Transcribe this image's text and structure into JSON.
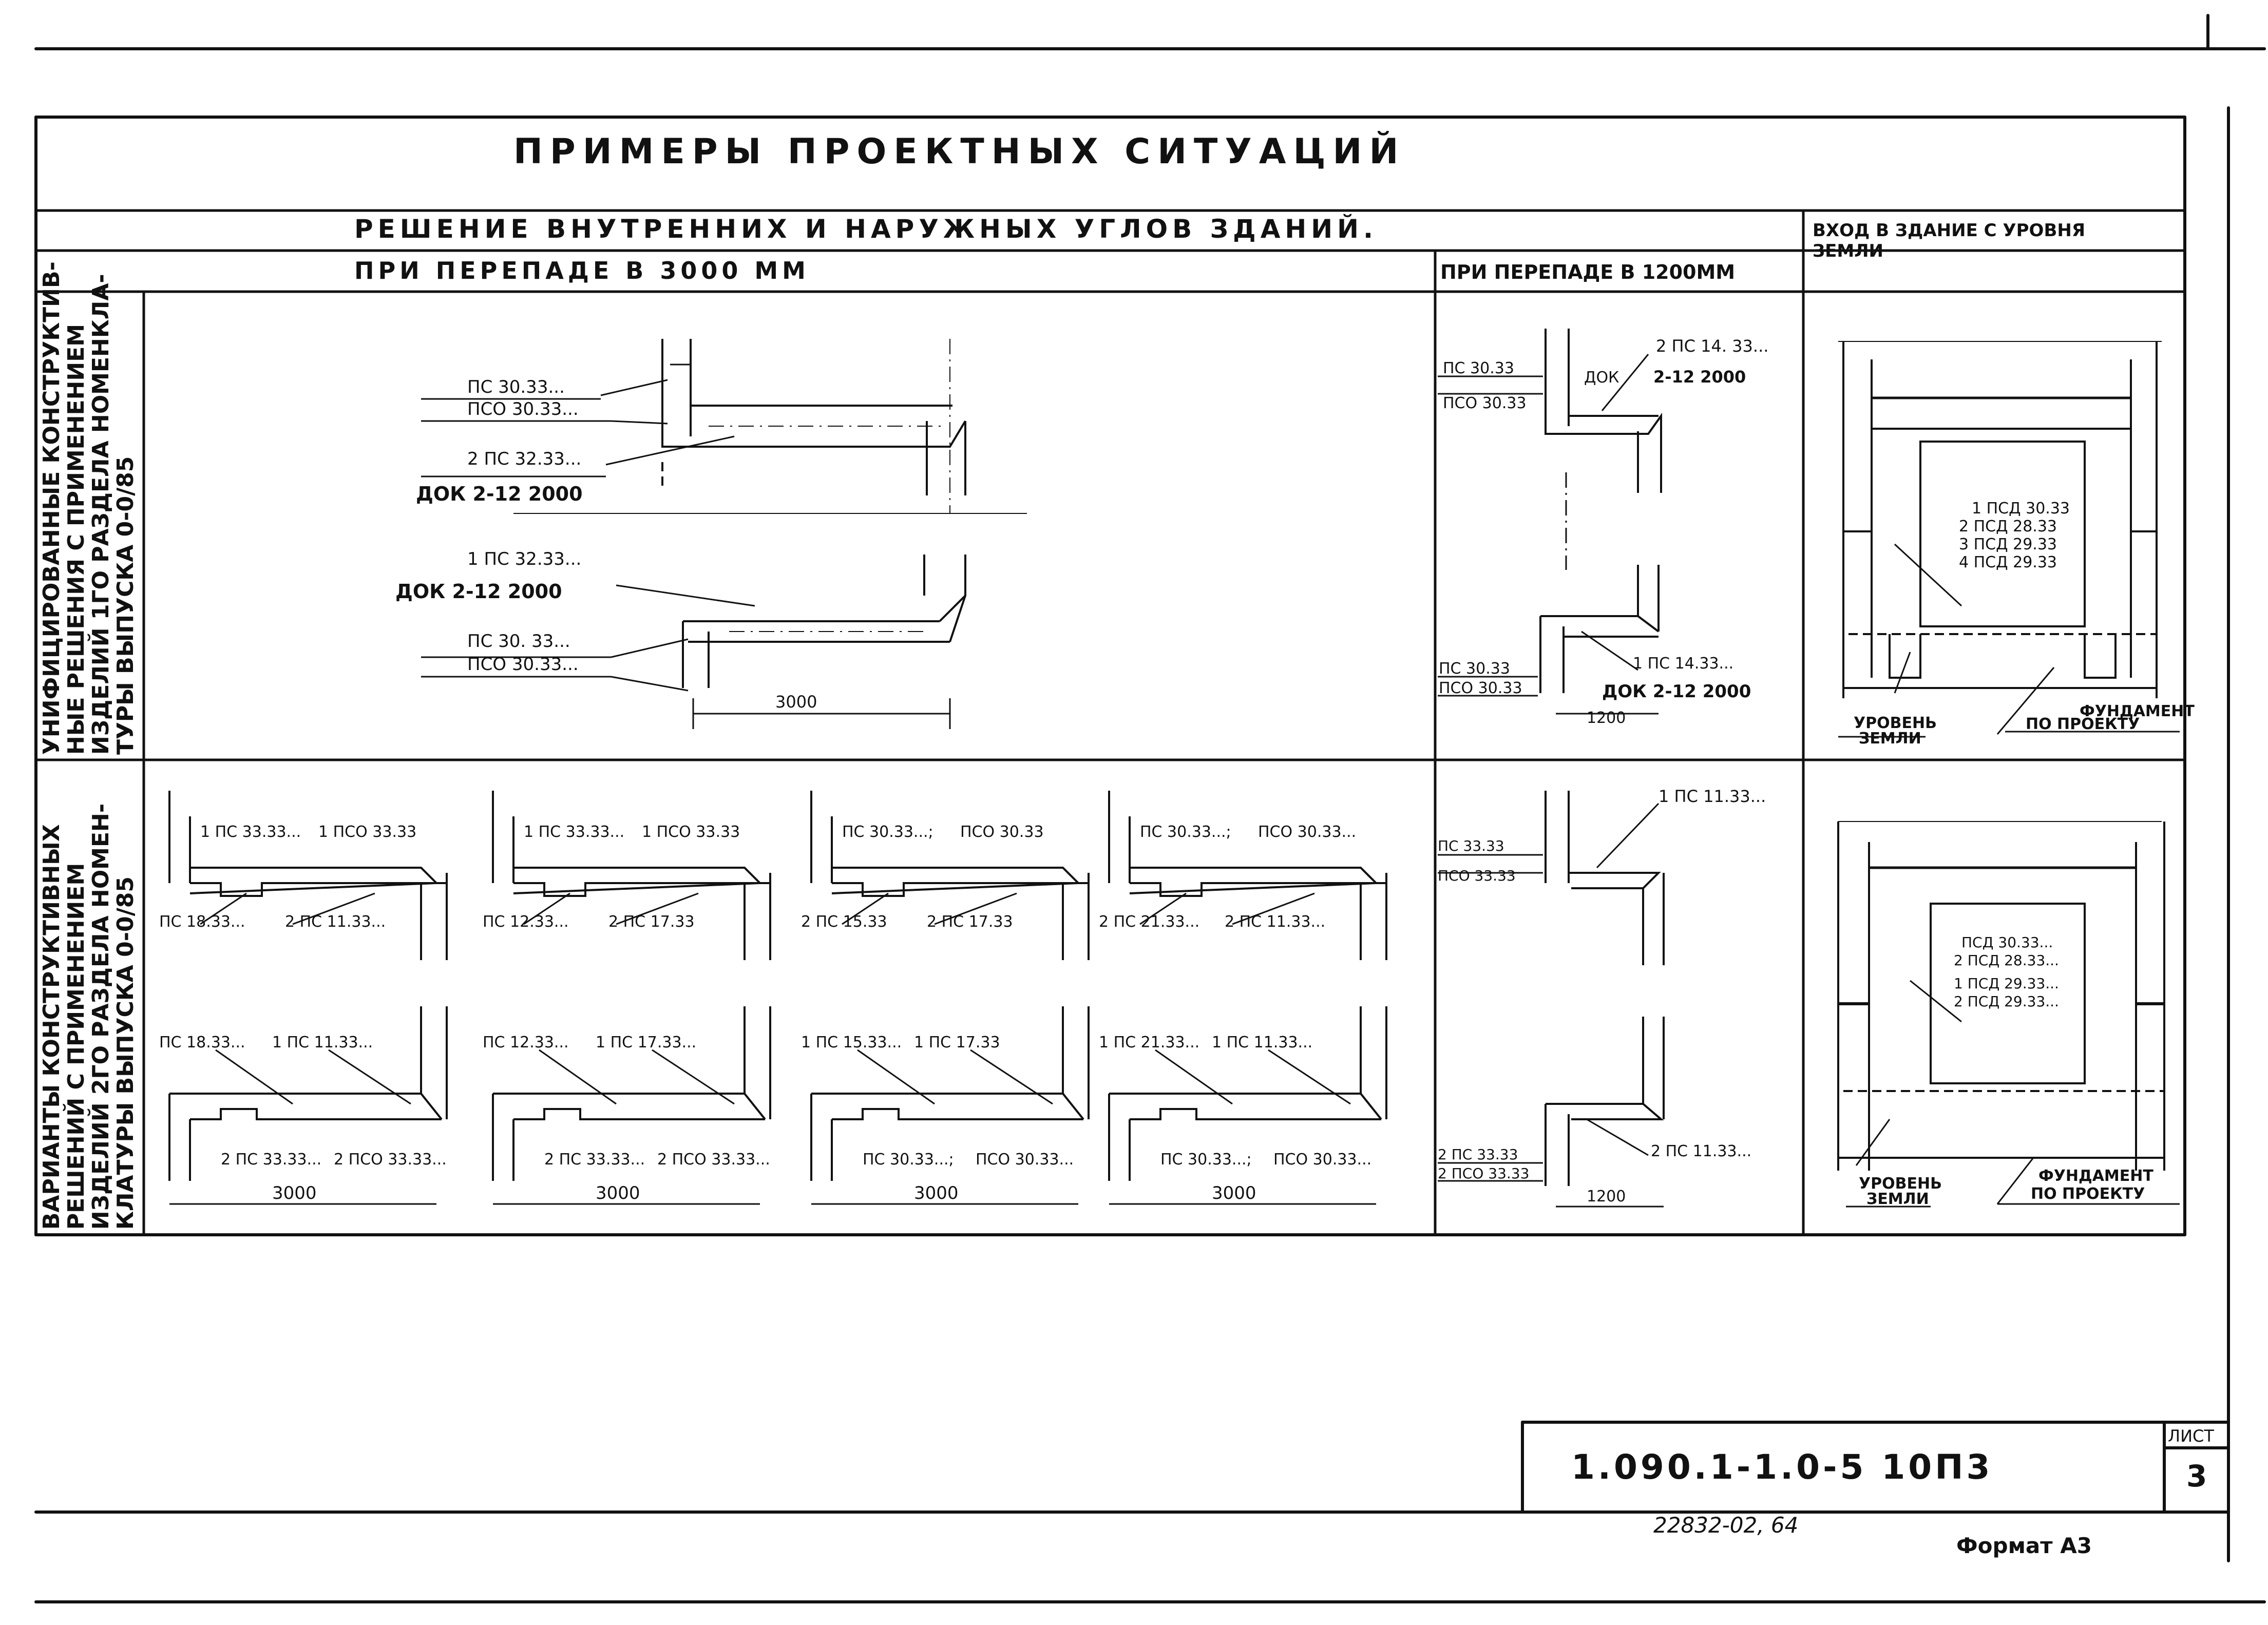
{
  "title": "ПРИМЕРЫ ПРОЕКТНЫХ СИТУАЦИЙ",
  "header": {
    "corners": "РЕШЕНИЕ ВНУТРЕННИХ И НАРУЖНЫХ УГЛОВ ЗДАНИЙ.",
    "drop3000": "ПРИ ПЕРЕПАДЕ В 3000 ММ",
    "drop1200": "ПРИ ПЕРЕПАДЕ В 1200ММ",
    "entrance": [
      "ВХОД В ЗДАНИЕ С УРОВНЯ",
      "ЗЕМЛИ"
    ]
  },
  "row_labels": {
    "unified": [
      "УНИФИЦИРОВАННЫЕ КОНСТРУКТИВ-",
      "НЫЕ РЕШЕНИЯ С ПРИМЕНЕНИЕМ",
      "ИЗДЕЛИЙ 1ГО РАЗДЕЛА НОМЕНКЛА-",
      "ТУРЫ ВЫПУСКА 0-0/85"
    ],
    "variants": [
      "ВАРИАНТЫ КОНСТРУКТИВНЫХ",
      "РЕШЕНИЙ С ПРИМЕНЕНИЕМ",
      "ИЗДЕЛИЙ 2ГО РАЗДЕЛА НОМЕН-",
      "КЛАТУРЫ ВЫПУСКА 0-0/85"
    ]
  },
  "unified_3000": {
    "top": {
      "ps": "ПС 30.33...",
      "pso": "ПСО 30.33...",
      "ps2": "2 ПС 32.33...",
      "dok": "ДОК 2-12 2000"
    },
    "bottom": {
      "ps1": "1 ПС 32.33...",
      "dok": "ДОК 2-12 2000",
      "ps": "ПС 30. 33...",
      "pso": "ПСО 30.33...",
      "dim": "3000"
    }
  },
  "unified_1200": {
    "top": {
      "ps": "ПС 30.33",
      "pso": "ПСО 30.33",
      "dok": "ДОК",
      "ps2": "2 ПС 14. 33...",
      "dok2": "2-12 2000"
    },
    "bottom": {
      "ps": "ПС 30.33",
      "pso": "ПСО 30.33",
      "ps1": "1 ПС 14.33...",
      "dok": "ДОК 2-12 2000",
      "dim": "1200"
    }
  },
  "variants_3000": {
    "top": [
      {
        "a": "1 ПС 33.33...",
        "b": "1 ПСО 33.33",
        "c": "ПС 18.33...",
        "d": "2 ПС 11.33..."
      },
      {
        "a": "1 ПС 33.33...",
        "b": "1 ПСО 33.33",
        "c": "ПС 12.33...",
        "d": "2 ПС 17.33"
      },
      {
        "a": "ПС 30.33...;",
        "b": "ПСО 30.33",
        "c": "2 ПС 15.33",
        "d": "2 ПС 17.33"
      },
      {
        "a": "ПС 30.33...;",
        "b": "ПСО 30.33...",
        "c": "2 ПС 21.33...",
        "d": "2 ПС 11.33..."
      }
    ],
    "bottom": [
      {
        "a": "ПС 18.33...",
        "b": "1 ПС 11.33...",
        "c": "2 ПС 33.33...",
        "d": "2 ПСО 33.33...",
        "dim": "3000"
      },
      {
        "a": "ПС 12.33...",
        "b": "1 ПС 17.33...",
        "c": "2 ПС 33.33...",
        "d": "2 ПСО 33.33...",
        "dim": "3000"
      },
      {
        "a": "1 ПС 15.33...",
        "b": "1 ПС 17.33",
        "c": "ПС 30.33...;",
        "d": "ПСО 30.33...",
        "dim": "3000"
      },
      {
        "a": "1 ПС 21.33...",
        "b": "1 ПС 11.33...",
        "c": "ПС 30.33...;",
        "d": "ПСО 30.33...",
        "dim": "3000"
      }
    ]
  },
  "variants_1200": {
    "top": {
      "ps1": "1 ПС 11.33...",
      "ps": "ПС 33.33",
      "pso": "ПСО 33.33"
    },
    "bottom": {
      "ps": "2 ПС 33.33",
      "pso": "2 ПСО 33.33",
      "ps2": "2 ПС 11.33...",
      "dim": "1200"
    }
  },
  "entrance_top": {
    "items": [
      "1 ПСД 30.33",
      "2 ПСД 28.33",
      "3 ПСД 29.33",
      "4 ПСД 29.33"
    ],
    "ground": [
      "УРОВЕНЬ",
      "ЗЕМЛИ"
    ],
    "foundation": [
      "ФУНДАМЕНТ",
      "ПО ПРОЕКТУ"
    ]
  },
  "entrance_bottom": {
    "items": [
      "ПСД 30.33...",
      "2 ПСД 28.33...",
      "1 ПСД 29.33...",
      "2 ПСД 29.33..."
    ],
    "ground": [
      "УРОВЕНЬ",
      "ЗЕМЛИ"
    ],
    "foundation": [
      "ФУНДАМЕНТ",
      "ПО ПРОЕКТУ"
    ]
  },
  "stamp": {
    "code": "1.090.1-1.0-5 10П3",
    "sheet_label": "ЛИСТ",
    "sheet_no": "3"
  },
  "footer": {
    "inv": "22832-02, 64",
    "format": "Формат А3"
  }
}
